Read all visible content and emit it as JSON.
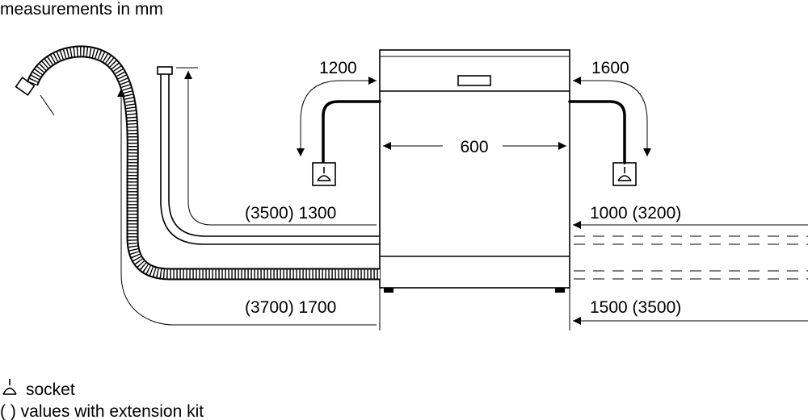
{
  "header": {
    "units_label": "measurements in mm"
  },
  "dimensions": {
    "width": "600",
    "left_power_cord": "1200",
    "right_power_cord": "1600",
    "left_inlet_hose": "(3500) 1300",
    "left_drain_hose": "(3700) 1700",
    "right_inlet_hose": "1000 (3200)",
    "right_drain_hose": "1500 (3500)"
  },
  "legend": {
    "socket": "socket",
    "extension": "( ) values with extension kit"
  },
  "icons": {
    "socket": "socket-icon",
    "drain_hose": "drain-hose-icon",
    "inlet_hose": "inlet-hose-icon",
    "dishwasher": "dishwasher-icon"
  },
  "colors": {
    "line": "#000000",
    "background": "#ffffff"
  }
}
